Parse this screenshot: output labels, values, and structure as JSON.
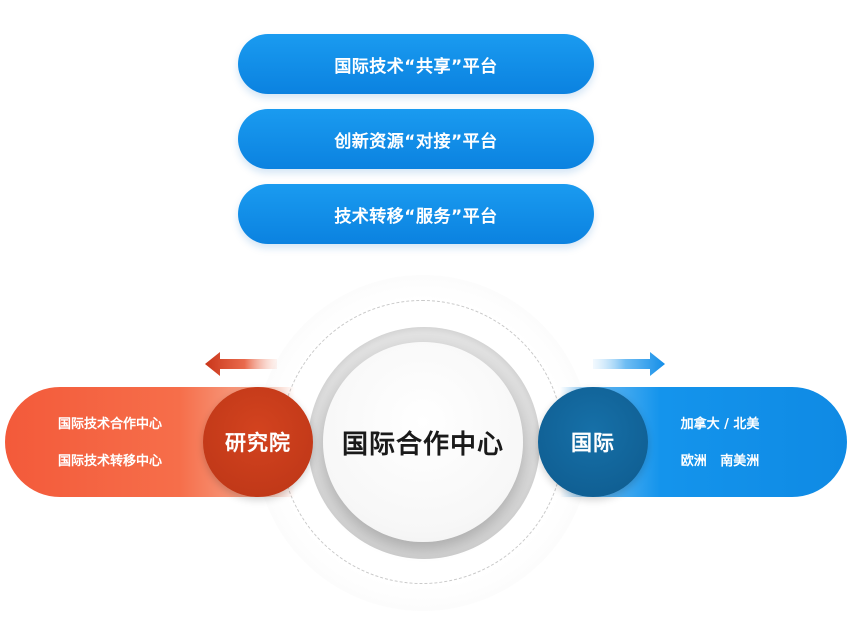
{
  "platforms": [
    {
      "label": "国际技术“共享”平台"
    },
    {
      "label": "创新资源“对接”平台"
    },
    {
      "label": "技术转移“服务”平台"
    }
  ],
  "center": {
    "label": "国际合作中心"
  },
  "left": {
    "circle_label": "研究院",
    "lines": [
      "国际技术合作中心",
      "国际技术转移中心"
    ]
  },
  "right": {
    "circle_label": "国际",
    "lines": [
      "加拿大 / 北美",
      "欧洲   南美洲"
    ]
  },
  "colors": {
    "platform_blue": "#0b82e0",
    "orange_bar": "#f35a3a",
    "orange_circle": "#bb3516",
    "blue_bar": "#0f8ae4",
    "blue_circle": "#0e5a8d"
  }
}
